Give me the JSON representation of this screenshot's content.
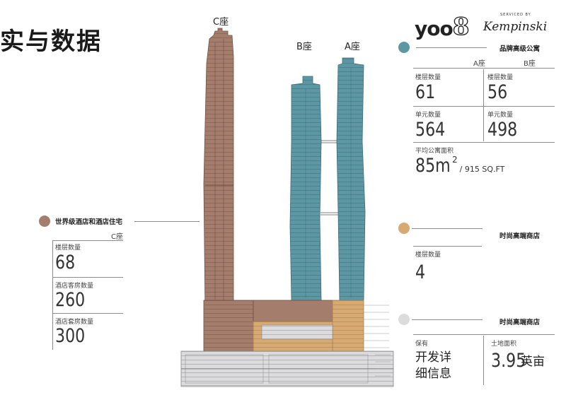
{
  "page": {
    "title": "实与数据"
  },
  "towers": {
    "c_label": "C座",
    "b_label": "B座",
    "a_label": "A座"
  },
  "logo": {
    "brand_main": "yoo",
    "brand_num": "8",
    "serviced_by": "SERVICED BY",
    "partner": "Kempinski"
  },
  "colors": {
    "hotel": "#a57d6d",
    "apartments": "#5e97a4",
    "retail": "#d7aa74",
    "office": "#dcdcde"
  },
  "apartments": {
    "title": "品牌高级公寓",
    "col_a": "A座",
    "col_b": "B座",
    "floors_label_a": "楼层数量",
    "floors_a": "61",
    "floors_label_b": "楼层数量",
    "floors_b": "56",
    "units_label_a": "单元数量",
    "units_a": "564",
    "units_label_b": "单元数量",
    "units_b": "498",
    "avg_label": "平均公寓面积",
    "avg_value": "85m",
    "avg_sup": "2",
    "avg_sqft": "/ 915 SQ.FT"
  },
  "hotel": {
    "title": "世界级酒店和酒店住宅",
    "col_c": "C座",
    "floors_label": "楼层数量",
    "floors": "68",
    "rooms_label": "酒店客房数量",
    "rooms": "260",
    "suites_label": "酒店套房数量",
    "suites": "300"
  },
  "retail": {
    "title": "时尚高端商店",
    "floors_label": "楼层数量",
    "floors": "4"
  },
  "reserve": {
    "title": "时尚高端商店",
    "reserved_label": "保有",
    "dev_line1": "开发详",
    "dev_line2": "细信息",
    "land_label": "土地面积",
    "land_value": "3.95",
    "land_unit": "英亩"
  }
}
